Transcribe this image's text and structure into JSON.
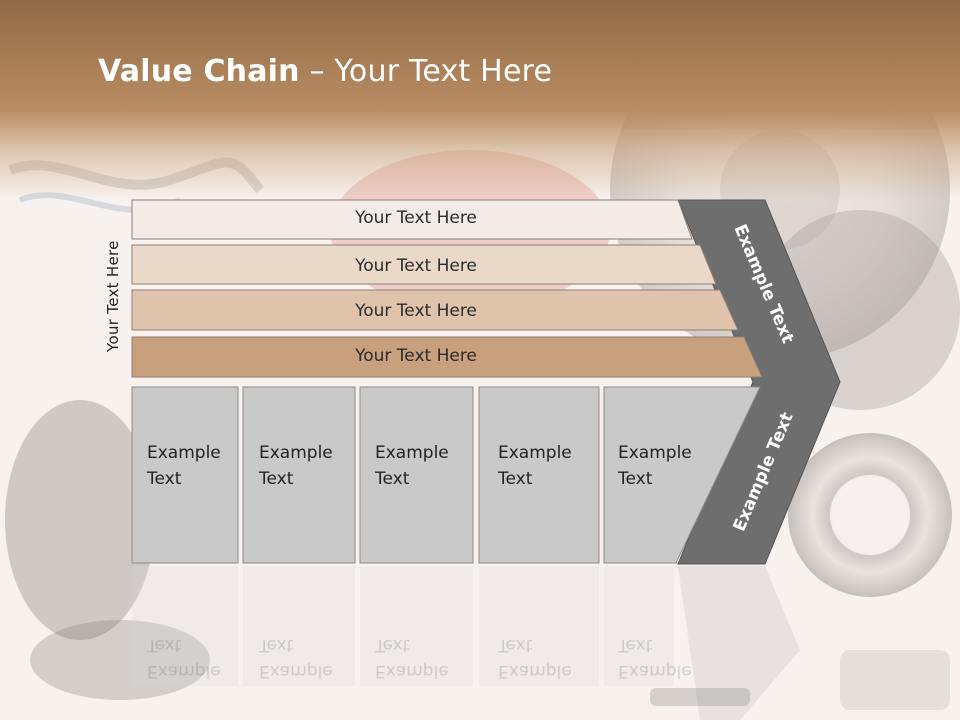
{
  "slide": {
    "title_bold": "Value Chain",
    "title_rest": " – Your Text Here",
    "side_label": "Your Text Here",
    "bars": [
      {
        "label": "Your Text Here",
        "color": "#f3ece6"
      },
      {
        "label": "Your Text Here",
        "color": "#ead8c8"
      },
      {
        "label": "Your Text Here",
        "color": "#dfc3aa"
      },
      {
        "label": "Your Text Here",
        "color": "#c9a07e"
      }
    ],
    "boxes": [
      {
        "line1": "Example",
        "line2": "Text"
      },
      {
        "line1": "Example",
        "line2": "Text"
      },
      {
        "line1": "Example",
        "line2": "Text"
      },
      {
        "line1": "Example",
        "line2": "Text"
      },
      {
        "line1": "Example",
        "line2": "Text"
      }
    ],
    "arrow_upper_label": "Example Text",
    "arrow_lower_label": "Example Text",
    "colors": {
      "header": "#a77d55",
      "box_fill": "#c9c9c9",
      "chevron": "#6e6e6e"
    }
  }
}
